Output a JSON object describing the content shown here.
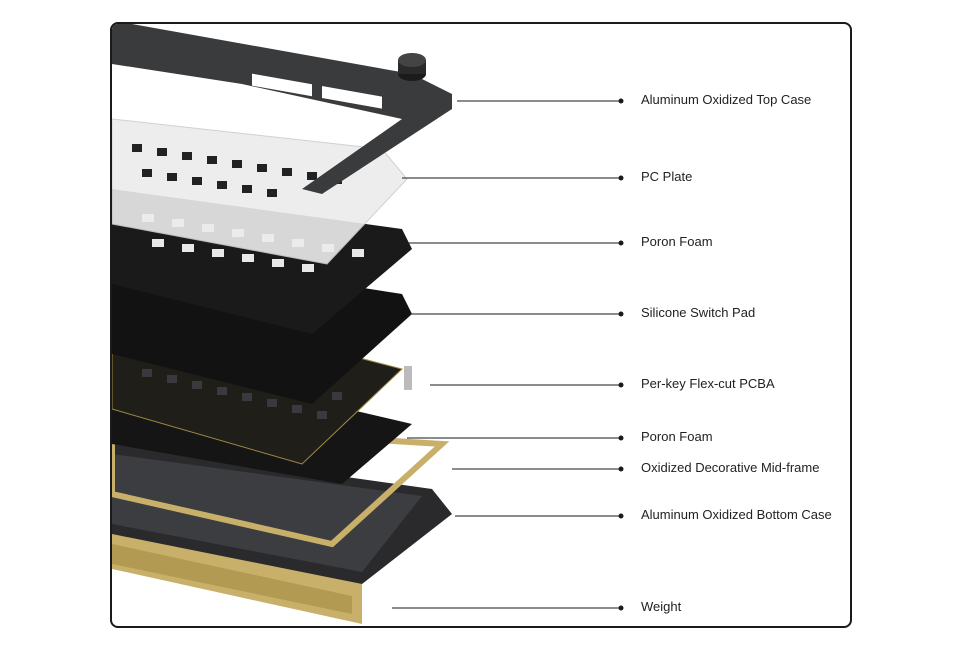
{
  "diagram": {
    "title_hidden": null,
    "components": [
      {
        "label": "Aluminum Oxidized Top Case"
      },
      {
        "label": "PC Plate"
      },
      {
        "label": "Poron Foam"
      },
      {
        "label": "Silicone Switch Pad"
      },
      {
        "label": "Per-key Flex-cut PCBA"
      },
      {
        "label": "Poron Foam"
      },
      {
        "label": "Oxidized Decorative Mid-frame"
      },
      {
        "label": "Aluminum Oxidized Bottom Case"
      },
      {
        "label": "Weight"
      }
    ],
    "colors": {
      "frame": "#1a1a1a",
      "case": "#3a3b3d",
      "foam": "#1b1b1b",
      "brass": "#c9b06a",
      "plate": "#e9e9e9"
    }
  }
}
